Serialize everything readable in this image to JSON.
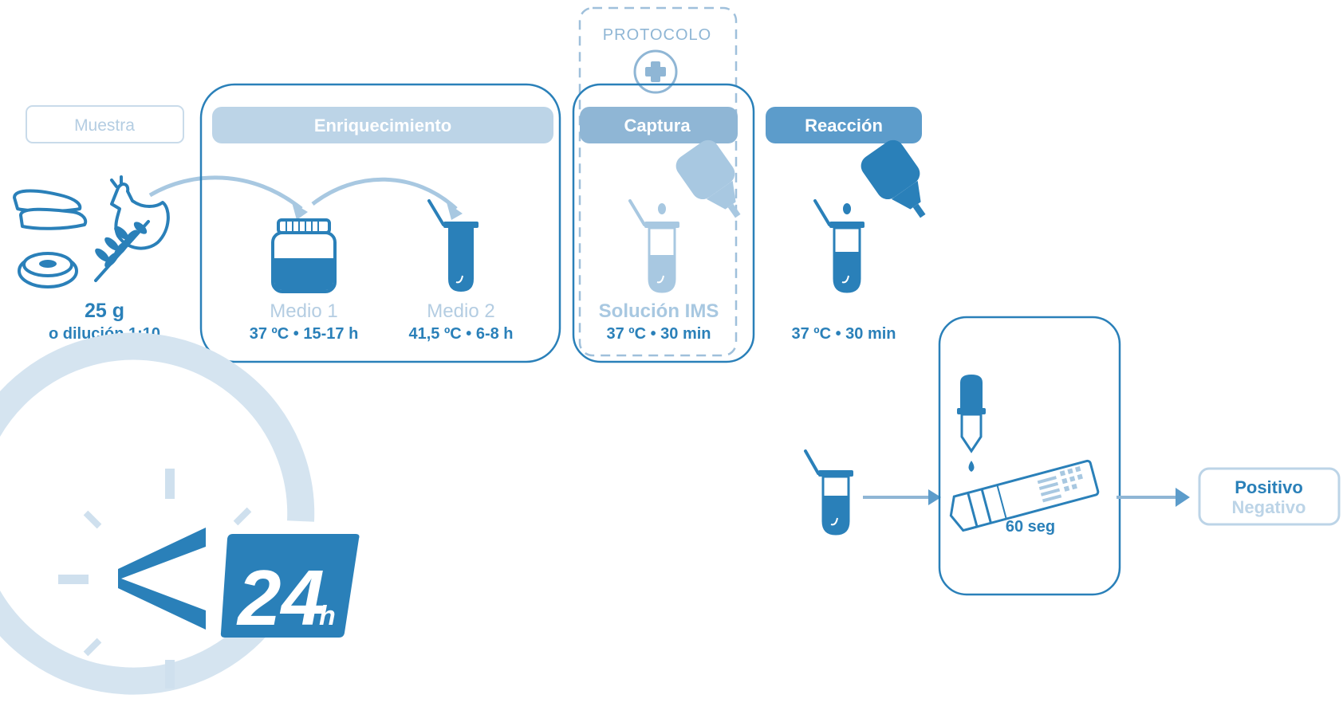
{
  "protocol": {
    "label": "PROTOCOLO"
  },
  "sample": {
    "header": "Muestra",
    "weight": "25 g",
    "dilution": "o dilución 1:10"
  },
  "enrichment": {
    "header": "Enriquecimiento",
    "medium1": {
      "label": "Medio 1",
      "conditions": "37 ºC • 15-17 h"
    },
    "medium2": {
      "label": "Medio 2",
      "conditions": "41,5 ºC • 6-8 h"
    }
  },
  "capture": {
    "header": "Captura",
    "label": "Solución IMS",
    "conditions": "37 ºC • 30 min"
  },
  "reaction": {
    "header": "Reacción",
    "conditions": "37 ºC • 30 min"
  },
  "detection": {
    "time": "60 seg"
  },
  "result": {
    "positive": "Positivo",
    "negative": "Negativo"
  },
  "badge": {
    "number": "24",
    "unit": "h",
    "symbol": "<"
  },
  "colors": {
    "dark_blue": "#2a80b9",
    "mid_blue": "#5c9ccb",
    "light_blue": "#a8c8e1",
    "pale_blue": "#d5e4f0",
    "header_light": "#bcd4e7"
  }
}
